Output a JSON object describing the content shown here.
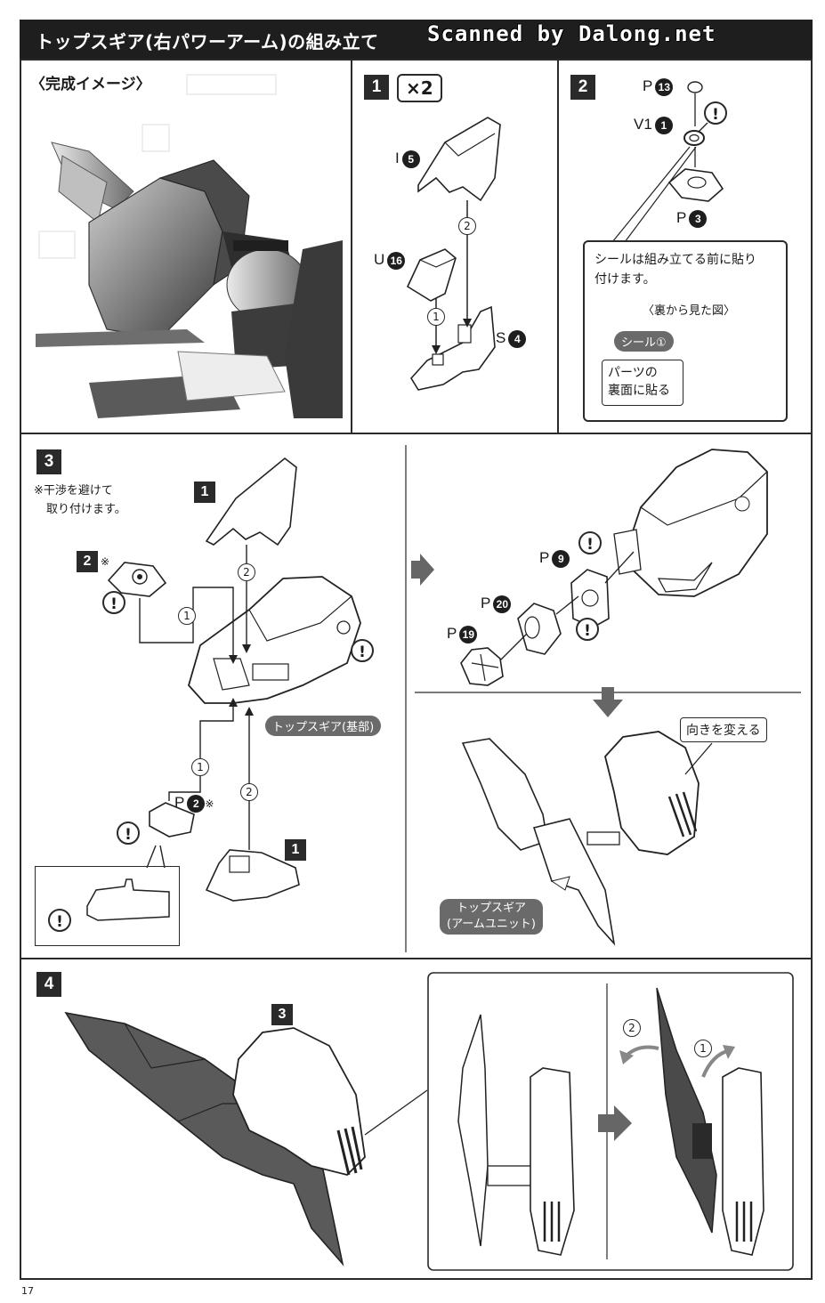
{
  "header": {
    "title": "トップスギア(右パワーアーム)の組み立て",
    "watermark": "Scanned by Dalong.net"
  },
  "panel_complete": {
    "title": "〈完成イメージ〉"
  },
  "step1": {
    "number": "1",
    "multiplier": "×2",
    "part_i": "I",
    "part_i_num": "5",
    "part_u": "U",
    "part_u_num": "16",
    "part_s": "S",
    "part_s_num": "4",
    "order_1": "1",
    "order_2": "2"
  },
  "step2": {
    "number": "2",
    "part_p_top": "P",
    "part_p_top_num": "13",
    "part_v1": "V1",
    "part_v1_num": "1",
    "part_p_bottom": "P",
    "part_p_bottom_num": "3",
    "callout_text_line1": "シールは組み立てる前に貼り",
    "callout_text_line2": "付けます。",
    "back_view_title": "〈裏から見た図〉",
    "seal_label": "シール①",
    "parts_note_line1": "パーツの",
    "parts_note_line2": "裏面に貼る"
  },
  "step3": {
    "number": "3",
    "note_line1": "※干渉を避けて",
    "note_line2": "取り付けます。",
    "ref_1_top": "1",
    "ref_2": "2",
    "ref_2_mark": "※",
    "ref_1_bottom": "1",
    "part_p2": "P",
    "part_p2_num": "2",
    "part_p2_mark": "※",
    "base_label": "トップスギア(基部)",
    "part_p9": "P",
    "part_p9_num": "9",
    "part_p20": "P",
    "part_p20_num": "20",
    "part_p19": "P",
    "part_p19_num": "19",
    "turn_note": "向きを変える",
    "arm_unit_line1": "トップスギア",
    "arm_unit_line2": "(アームユニット)",
    "order_1": "1",
    "order_2": "2"
  },
  "step4": {
    "number": "4",
    "ref_3": "3",
    "order_1": "1",
    "order_2": "2"
  },
  "page": {
    "number": "17"
  }
}
